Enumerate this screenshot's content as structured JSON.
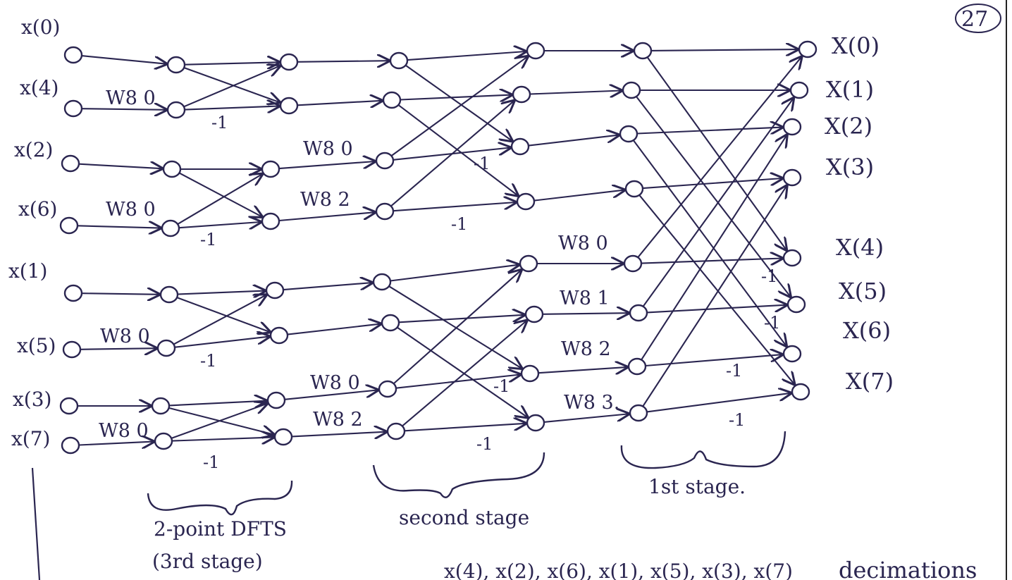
{
  "page_number": "27",
  "inputs": [
    "x(0)",
    "x(4)",
    "x(2)",
    "x(6)",
    "x(1)",
    "x(5)",
    "x(3)",
    "x(7)"
  ],
  "outputs": [
    "X(0)",
    "X(1)",
    "X(2)",
    "X(3)",
    "X(4)",
    "X(5)",
    "X(6)",
    "X(7)"
  ],
  "stage3": {
    "twiddles": [
      "W8 0",
      "W8 0",
      "W8 0",
      "W8 0"
    ],
    "neg_labels": [
      "-1",
      "-1",
      "-1",
      "-1"
    ]
  },
  "stage2": {
    "twiddles": [
      "W8 0",
      "W8 2",
      "W8 0",
      "W8 2"
    ],
    "neg_labels": [
      "-1",
      "-1",
      "-1",
      "-1"
    ]
  },
  "stage1": {
    "twiddles": [
      "W8 0",
      "W8 1",
      "W8 2",
      "W8 3."
    ],
    "neg_labels": [
      "-1",
      "-1",
      "-1",
      "-1"
    ]
  },
  "braces": {
    "stage3_line1": "2-point DFTS",
    "stage3_line2": "(3rd stage)",
    "stage2": "second stage",
    "stage1": "1st stage."
  },
  "bottom_text_1": "x(4), x(2), x(6), x(1), x(5), x(3), x(7)",
  "bottom_text_2": "decimations"
}
